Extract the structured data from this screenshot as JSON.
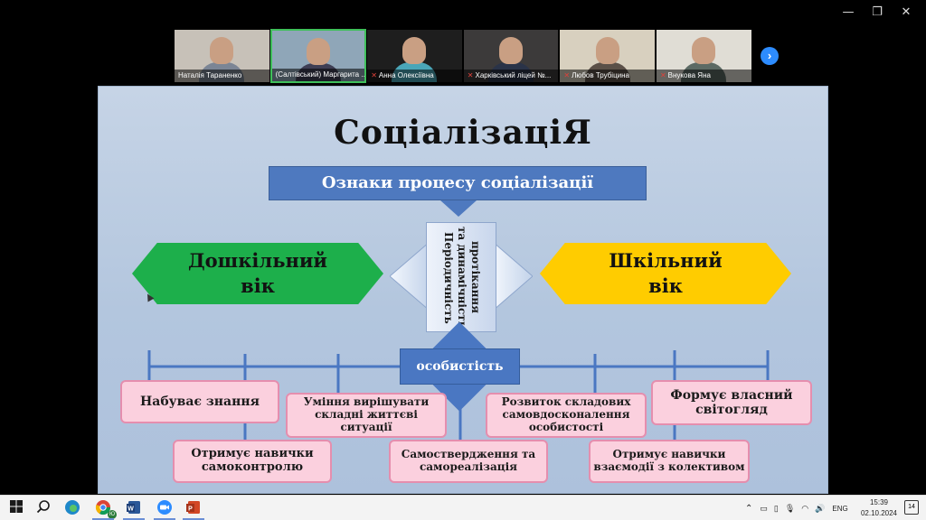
{
  "window": {
    "controls": {
      "minimize": "—",
      "restore": "❐",
      "close": "✕"
    }
  },
  "participants": [
    {
      "name": "Наталія Тараненко",
      "muted": false,
      "bg": "#c7c1b8",
      "shirt": "#7b8595"
    },
    {
      "name": "(Салтівський) Маргарита ...",
      "muted": false,
      "active": true,
      "bg": "#8fa6b8",
      "shirt": "#3e3e54"
    },
    {
      "name": "Анна Олексіївна",
      "muted": true,
      "bg": "#1e1e1e",
      "shirt": "#4aa6b8"
    },
    {
      "name": "Харківський ліцей №...",
      "muted": true,
      "bg": "#3c3a3a",
      "shirt": "#2a3348"
    },
    {
      "name": "Любов Трубіцина",
      "muted": true,
      "bg": "#d8d0bf",
      "shirt": "#5b5048"
    },
    {
      "name": "Внукова Яна",
      "muted": true,
      "bg": "#e0ddd5",
      "shirt": "#5c6a64"
    }
  ],
  "strip_next": "›",
  "slide": {
    "title": "СоціалізаціЯ",
    "banner": "Ознаки процесу соціалізації",
    "left_stage": [
      "Дошкільний",
      "вік"
    ],
    "right_stage": [
      "Шкільний",
      "вік"
    ],
    "center_label": [
      "Періодичність",
      "та динамічність",
      "протікання"
    ],
    "features": "особистість",
    "items": {
      "gains_knowledge": "Набуває знання",
      "solve_situations": "Уміння вирішувати складні життєві ситуації",
      "self_improvement": "Розвиток складових самовдосконалення особистості",
      "worldview": "Формує власний світогляд",
      "self_control": "Отримує навички самоконтролю",
      "self_realization": "Самоствердження та самореалізація",
      "interaction": "Отримує навички взаємодії з колективом"
    },
    "colors": {
      "green": "#1daf4b",
      "yellow": "#ffcc00",
      "blue": "#4e79bf",
      "pink": "#fbd0de"
    }
  },
  "taskbar": {
    "apps": [
      "windows-icon",
      "search-icon",
      "edge-icon",
      "chrome-icon",
      "word-icon",
      "zoom-icon",
      "powerpoint-icon"
    ],
    "chrome_badge": "Ю",
    "language": "ENG",
    "time": "15:39",
    "date": "02.10.2024",
    "notifications": "14"
  }
}
